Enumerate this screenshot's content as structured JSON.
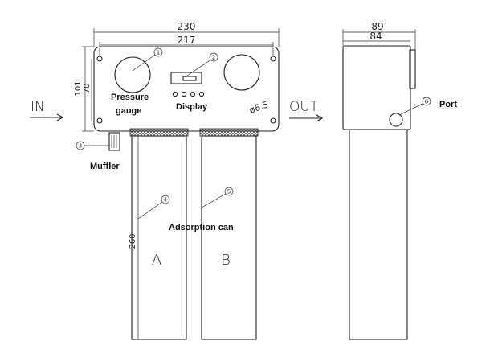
{
  "dimensions": {
    "front_width": "230",
    "front_inner_width": "217",
    "height_outer": "101",
    "height_inner": "70",
    "hole": "ø6.5",
    "can_height": "260",
    "side_depth": "89",
    "side_inner_depth": "84"
  },
  "flow": {
    "in": "IN",
    "out": "OUT"
  },
  "callouts": {
    "pressure_gauge_num": "1",
    "display_num": "2",
    "muffler_num": "3",
    "can_a_num": "4",
    "can_b_num": "5",
    "port_num": "6"
  },
  "labels": {
    "pressure_gauge_line1": "Pressure",
    "pressure_gauge_line2": "gauge",
    "display": "Display",
    "muffler": "Muffler",
    "adsorption_can": "Adsorption can",
    "port": "Port",
    "can_a": "A",
    "can_b": "B"
  }
}
